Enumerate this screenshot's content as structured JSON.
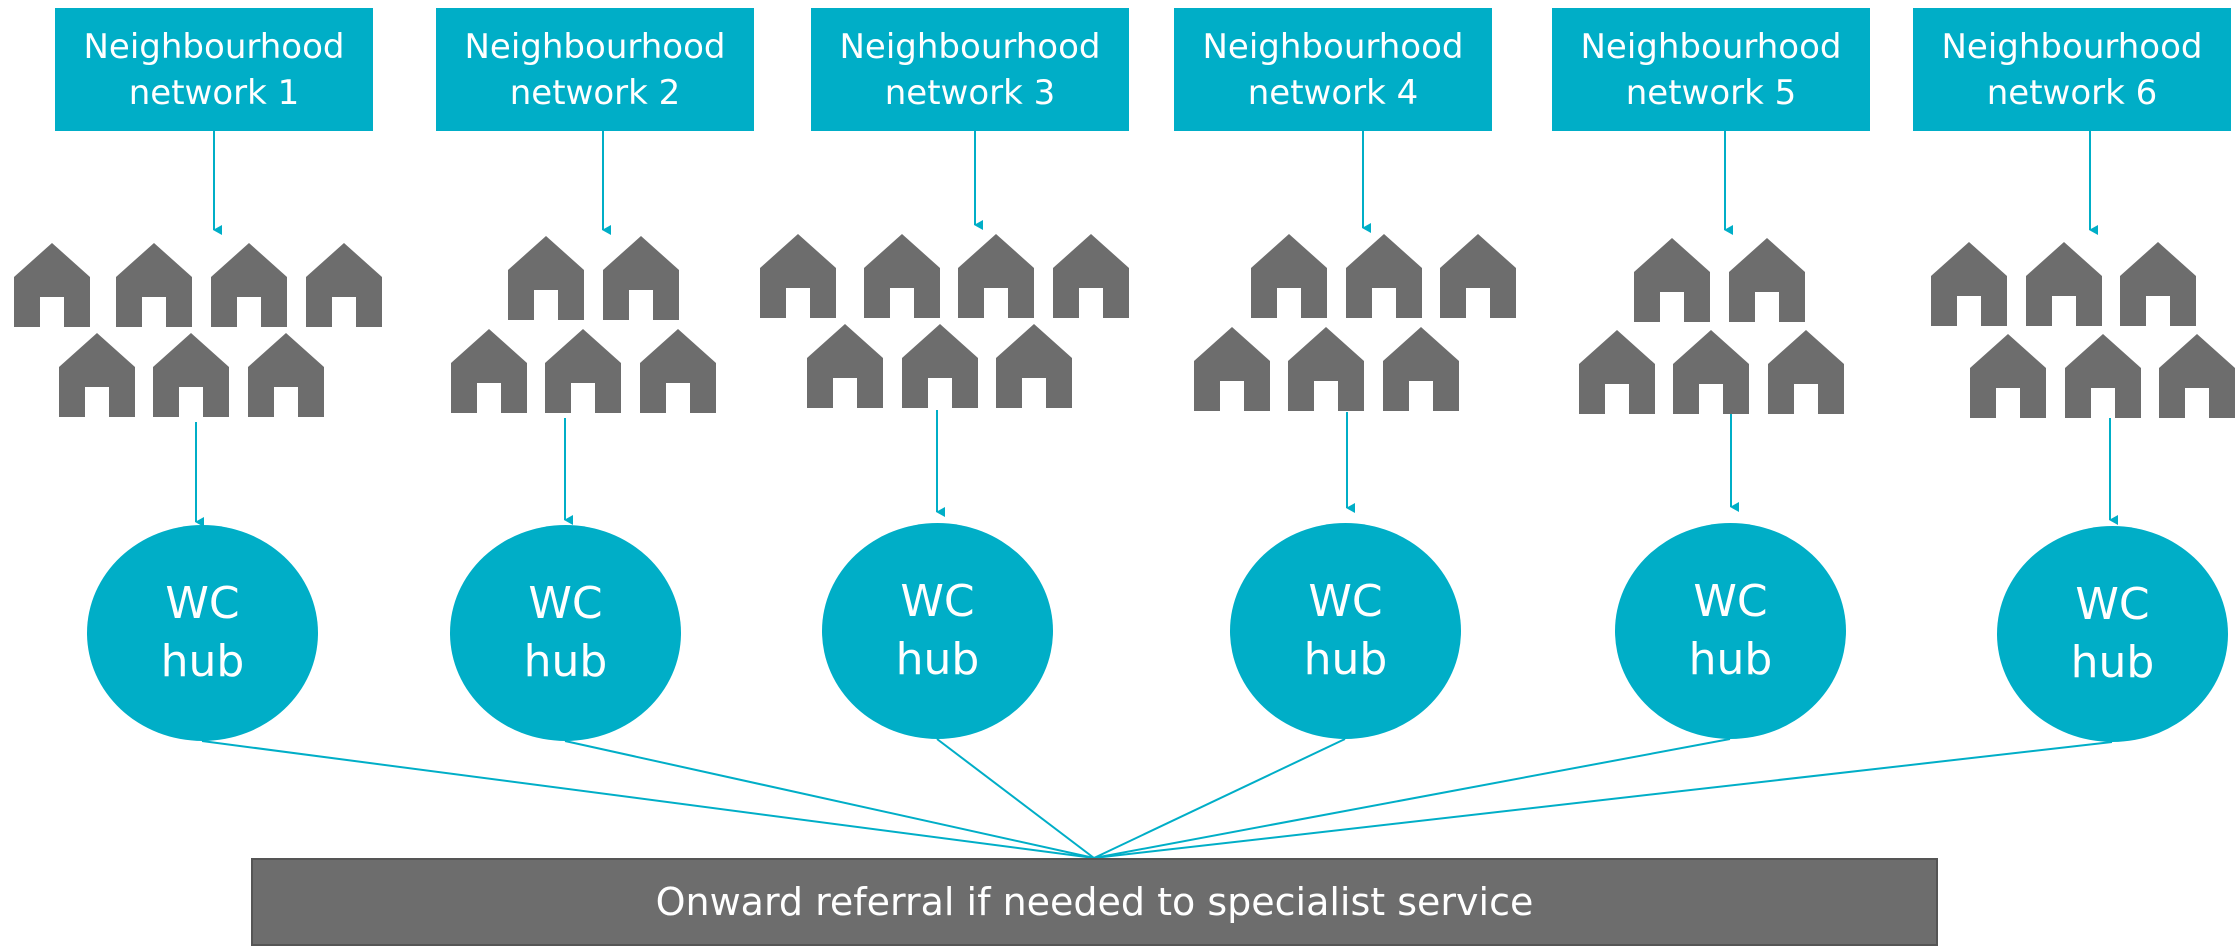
{
  "networks": [
    {
      "line1": "Neighbourhood",
      "line2": "network 1"
    },
    {
      "line1": "Neighbourhood",
      "line2": "network 2"
    },
    {
      "line1": "Neighbourhood",
      "line2": "network 3"
    },
    {
      "line1": "Neighbourhood",
      "line2": "network 4"
    },
    {
      "line1": "Neighbourhood",
      "line2": "network 5"
    },
    {
      "line1": "Neighbourhood",
      "line2": "network 6"
    }
  ],
  "hubs": [
    {
      "line1": "WC",
      "line2": "hub"
    },
    {
      "line1": "WC",
      "line2": "hub"
    },
    {
      "line1": "WC",
      "line2": "hub"
    },
    {
      "line1": "WC",
      "line2": "hub"
    },
    {
      "line1": "WC",
      "line2": "hub"
    },
    {
      "line1": "WC",
      "line2": "hub"
    }
  ],
  "referral": {
    "label": "Onward referral if needed to specialist service"
  },
  "colors": {
    "accent": "#00aec7",
    "house": "#6d6d6d",
    "referral_bg": "#6d6d6d",
    "text": "#ffffff"
  },
  "icons": {
    "house": "house-icon"
  }
}
